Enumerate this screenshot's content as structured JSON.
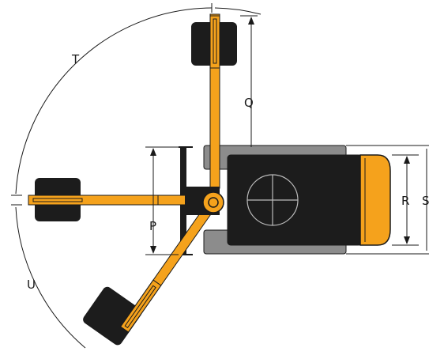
{
  "labels": {
    "P": "P",
    "Q": "Q",
    "R": "R",
    "S": "S",
    "T": "T",
    "U": "U"
  },
  "colors": {
    "boom": "#F5A21C",
    "body": "#1c1c1c",
    "tracks": "#8c8c8c",
    "cab": "#F5A21C",
    "outline": "#1a1a1a",
    "dimension_lines": "#1a1a1a"
  }
}
